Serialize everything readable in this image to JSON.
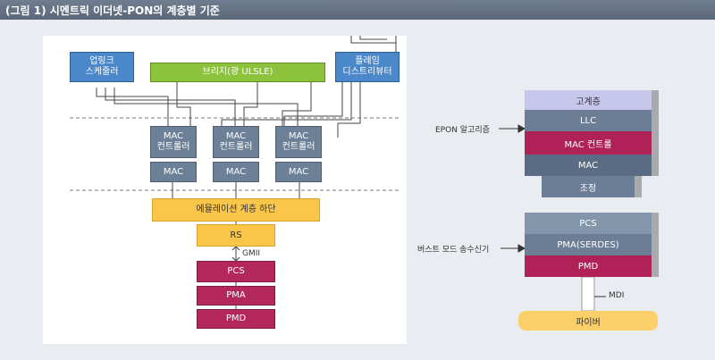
{
  "title": "(그림 1) 시멘트릭 이더넷-PON의 계층별 기준",
  "left_diagram": {
    "uplink_scheduler": "업링크\n스케줄러",
    "bridge": "브리지(광 ULSLE)",
    "frame_distributor": "플레임\n디스트리뷰터",
    "mac_controller_label": "MAC\n컨트롤러",
    "mac_label": "MAC",
    "emulation_sublayer": "에뮬레이션 계층 하단",
    "rs": "RS",
    "gmii": "GMII",
    "pcs": "PCS",
    "pma": "PMA",
    "pmd": "PMD"
  },
  "right_diagram": {
    "layers": {
      "upper": "고계층",
      "llc": "LLC",
      "mac_control": "MAC 컨트롤",
      "mac": "MAC",
      "reconciliation": "조정",
      "pcs": "PCS",
      "pma": "PMA(SERDES)",
      "pmd": "PMD",
      "fiber": "파이버"
    },
    "annotations": {
      "epon_algorithm": "EPON 알고리즘",
      "burst_mode": "버스트 모드 송수신기",
      "mdi": "MDI"
    }
  },
  "colors": {
    "blue": "#4b88c9",
    "green": "#8dc23c",
    "slate": "#6c8097",
    "yellow": "#f9c64a",
    "magenta": "#b4275a",
    "lavender": "#c7c7ec"
  }
}
